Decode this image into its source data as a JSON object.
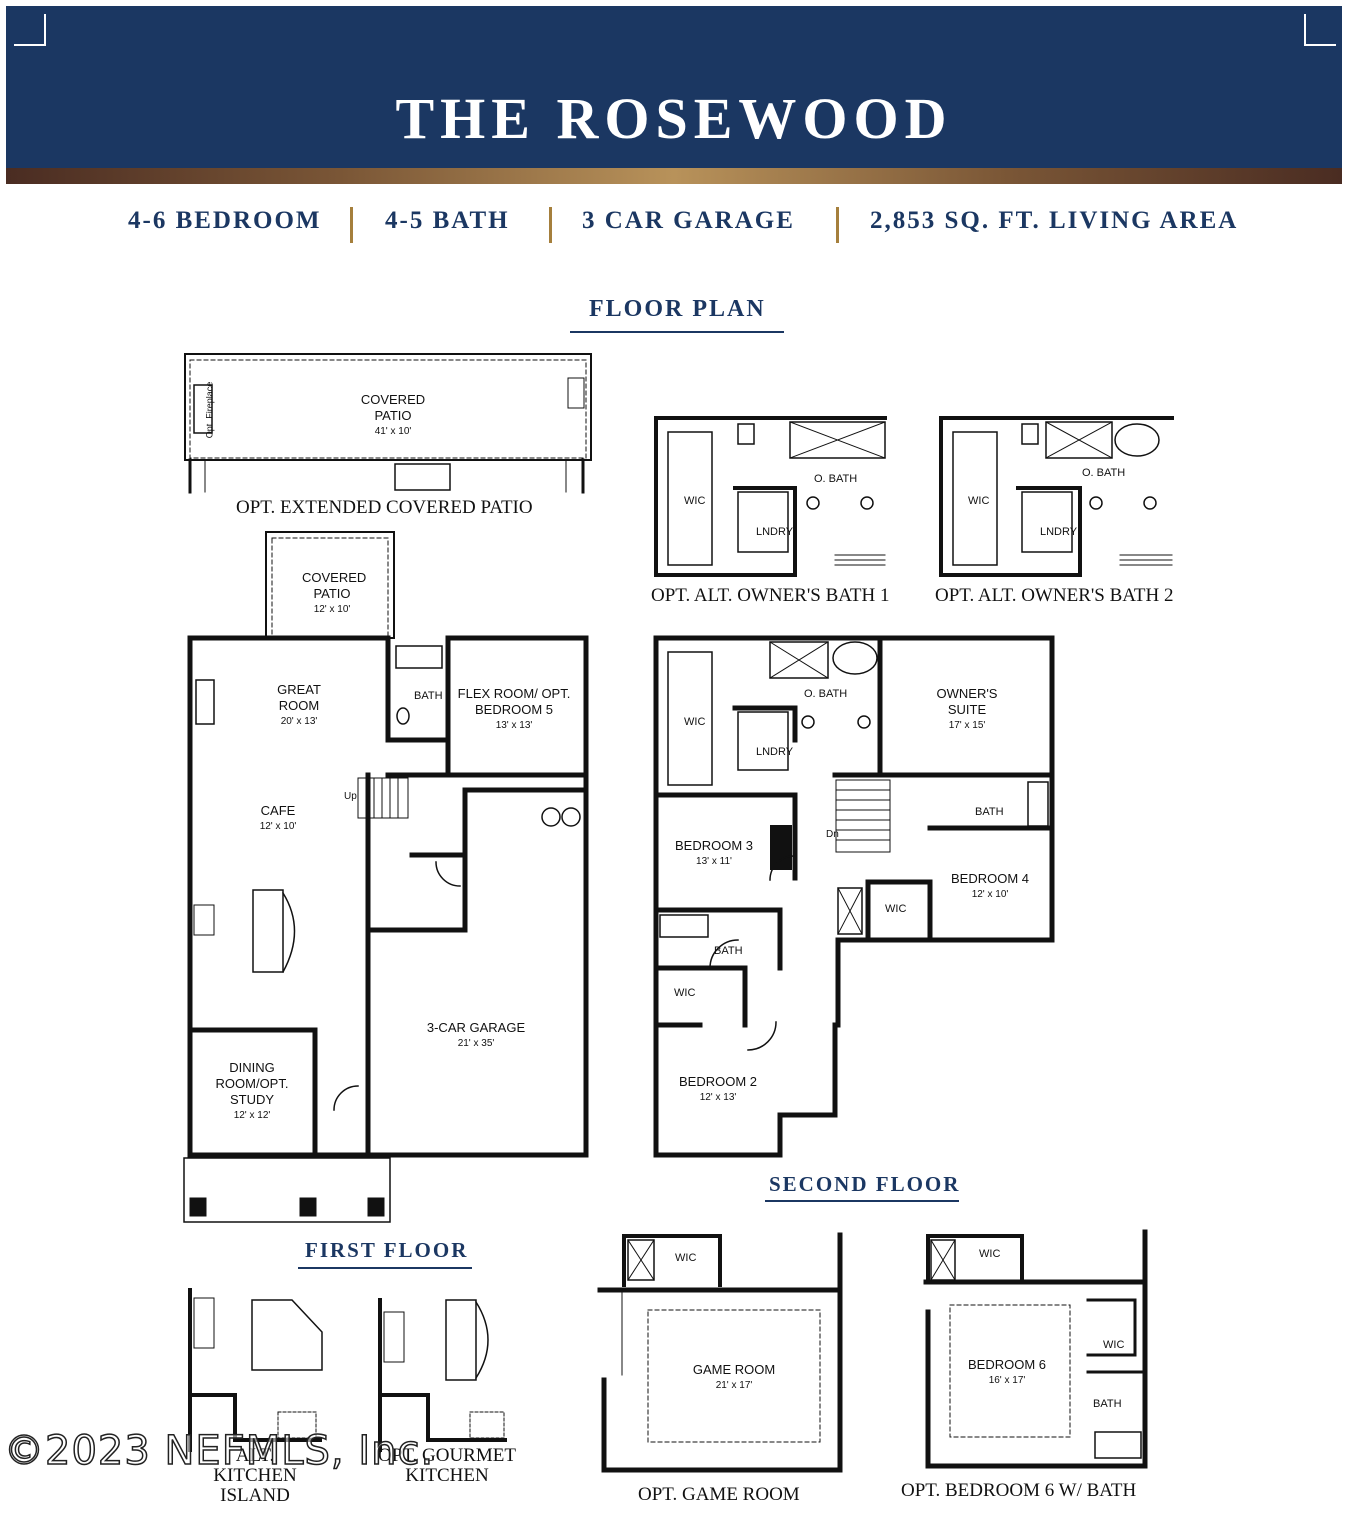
{
  "header": {
    "title": "THE ROSEWOOD",
    "specs": [
      "4-6 BEDROOM",
      "4-5 BATH",
      "3 CAR GARAGE",
      "2,853 SQ. FT. LIVING AREA"
    ]
  },
  "sections": {
    "floor_plan": "FLOOR PLAN",
    "first_floor": "FIRST FLOOR",
    "second_floor": "SECOND FLOOR"
  },
  "plan_labels": {
    "opt_patio": "OPT. EXTENDED COVERED PATIO",
    "alt_bath_1": "OPT. ALT. OWNER'S BATH 1",
    "alt_bath_2": "OPT. ALT. OWNER'S BATH 2",
    "kitchen_island": "ALT. KITCHEN ISLAND",
    "gourmet_kitchen": "OPT. GOURMET KITCHEN",
    "game_room": "OPT. GAME ROOM",
    "bedroom6": "OPT. BEDROOM 6 W/ BATH"
  },
  "rooms": [
    {
      "name": "COVERED PATIO",
      "dim": "41' x 10'"
    },
    {
      "name": "COVERED PATIO",
      "dim": "12' x 10'"
    },
    {
      "name": "GREAT ROOM",
      "dim": "20' x 13'"
    },
    {
      "name": "FLEX ROOM/ OPT. BEDROOM 5",
      "dim": "13' x 13'"
    },
    {
      "name": "CAFE",
      "dim": "12' x 10'"
    },
    {
      "name": "DINING ROOM/OPT. STUDY",
      "dim": "12' x 12'"
    },
    {
      "name": "3-CAR GARAGE",
      "dim": "21' x 35'"
    },
    {
      "name": "OWNER'S SUITE",
      "dim": "17' x 15'"
    },
    {
      "name": "BEDROOM 3",
      "dim": "13' x 11'"
    },
    {
      "name": "BEDROOM 4",
      "dim": "12' x 10'"
    },
    {
      "name": "BEDROOM 2",
      "dim": "12' x 13'"
    },
    {
      "name": "GAME ROOM",
      "dim": "21' x 17'"
    },
    {
      "name": "BEDROOM 6",
      "dim": "16' x 17'"
    }
  ],
  "small_labels": {
    "bath": "BATH",
    "o_bath": "O. BATH",
    "wic": "WIC",
    "lndry": "LNDRY",
    "up": "Up",
    "dn": "Dn",
    "fireplace": "Opt. Fireplace"
  },
  "watermark": "©2023 NEFMLS, Inc."
}
